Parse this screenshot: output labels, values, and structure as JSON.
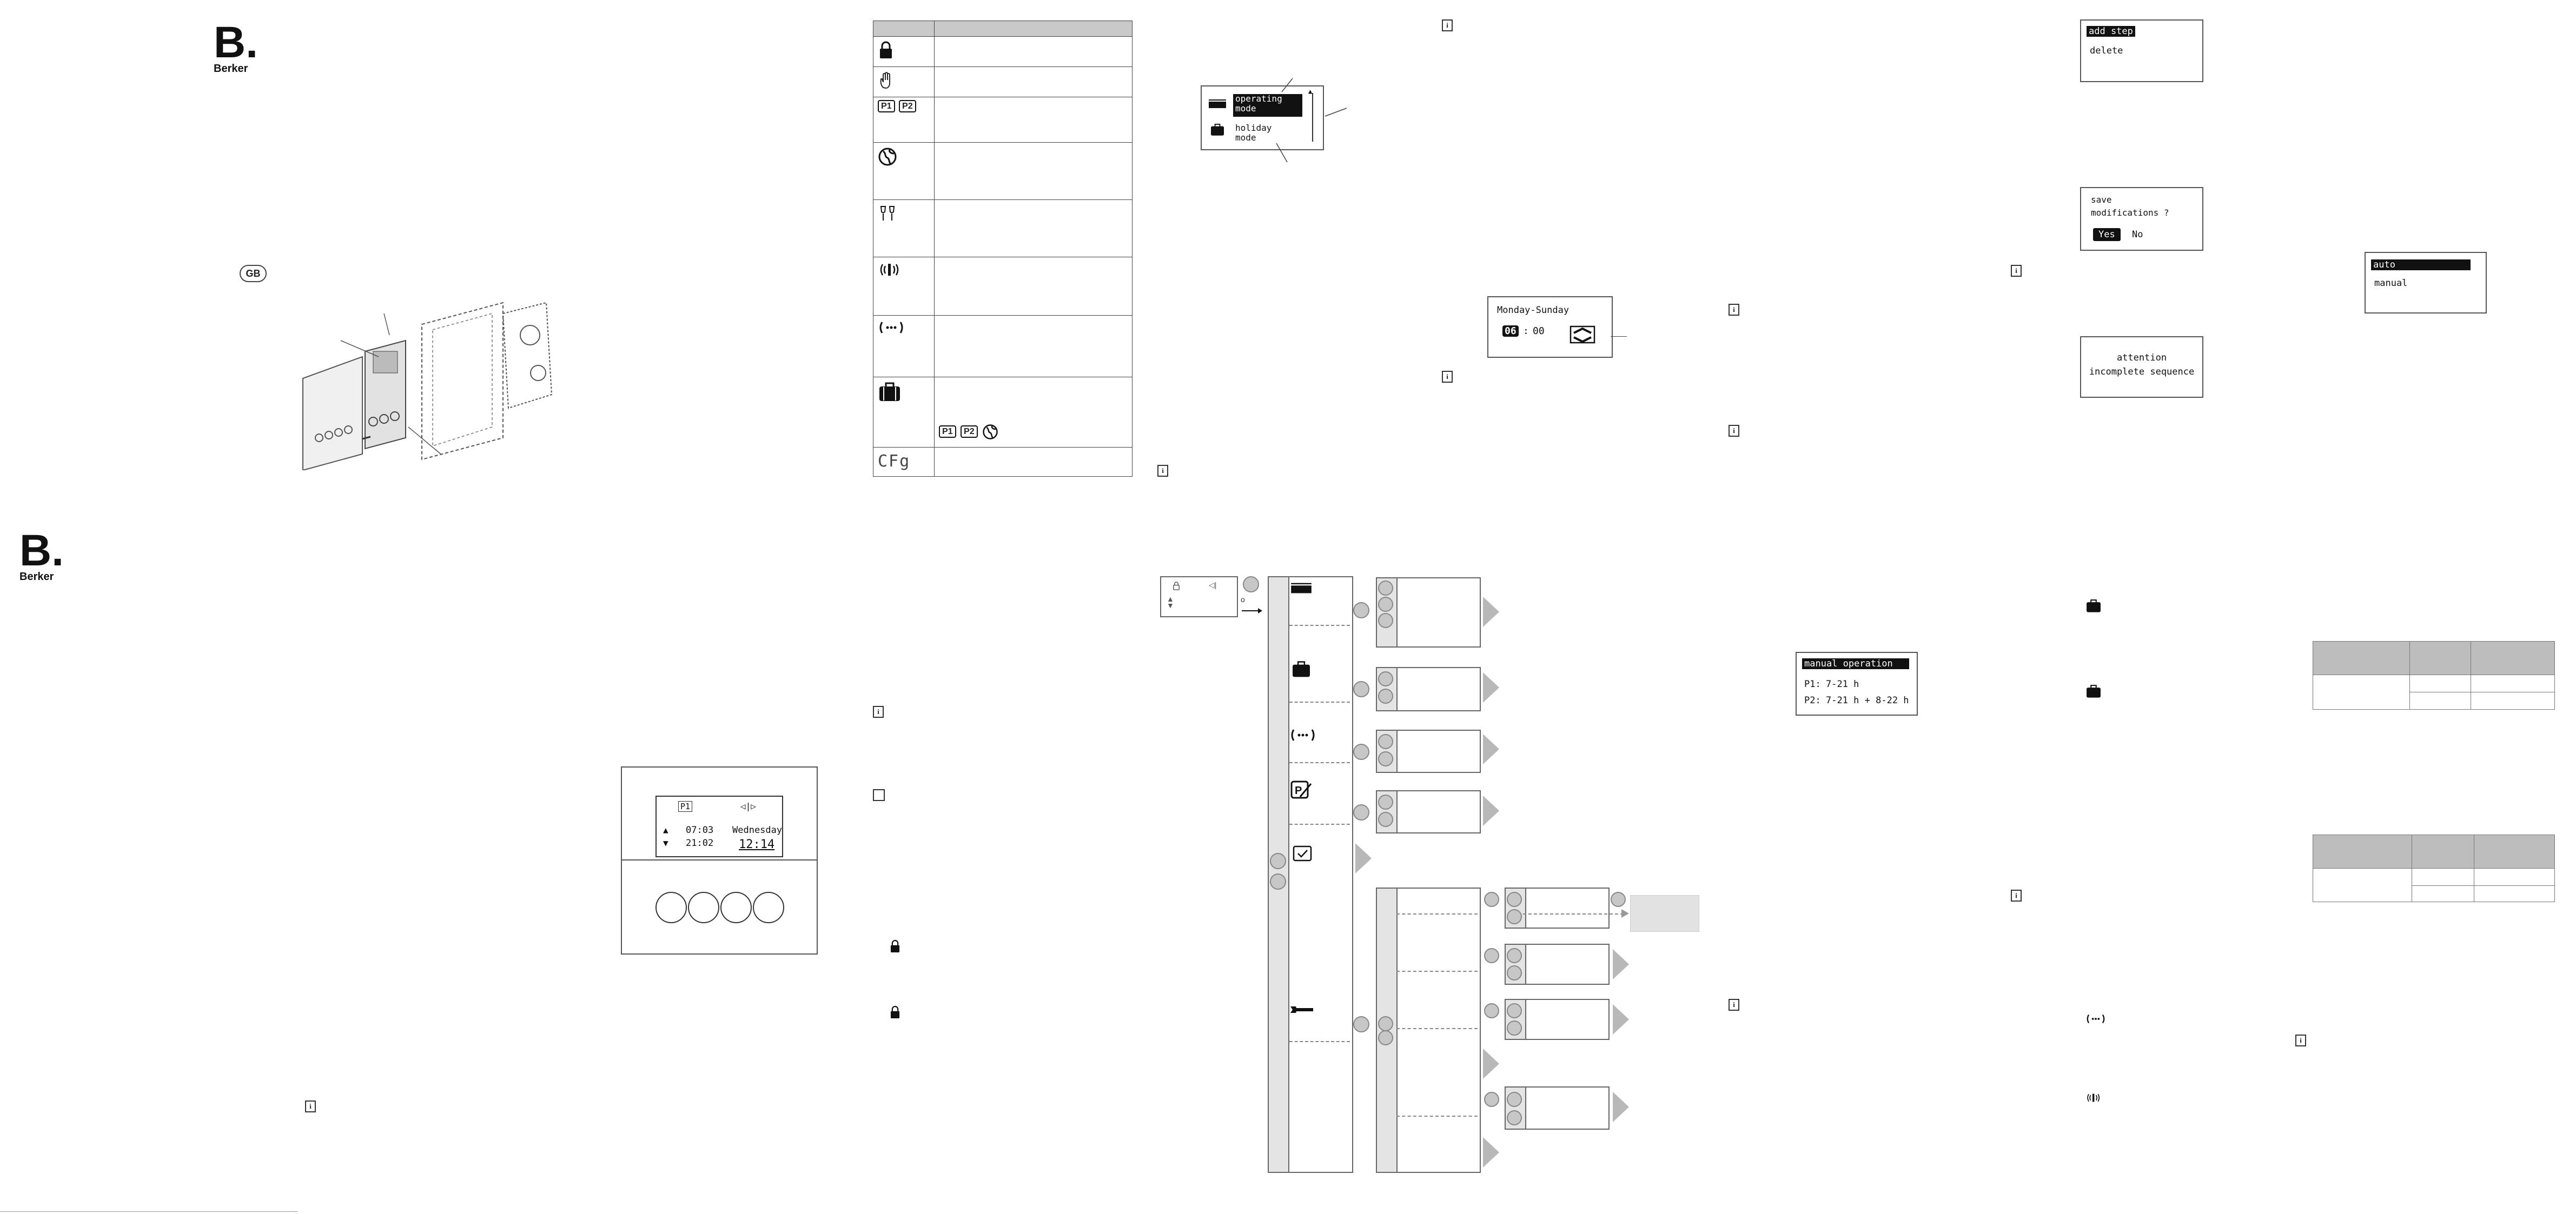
{
  "brand": {
    "logo_letter": "B.",
    "logo_word": "Berker"
  },
  "badge": "GB",
  "symbol_table": {
    "rows": [
      {
        "icon": "lock-icon"
      },
      {
        "icon": "hand-icon"
      },
      {
        "icon": "p1-p2-icon",
        "p1": "P1",
        "p2": "P2"
      },
      {
        "icon": "globe-icon"
      },
      {
        "icon": "glasses-icon"
      },
      {
        "icon": "presence-icon"
      },
      {
        "icon": "radio-icon"
      },
      {
        "icon": "suitcase-icon",
        "p1": "P1",
        "p2": "P2"
      },
      {
        "icon": "cfg-icon",
        "label": "CFg"
      }
    ]
  },
  "menu_screen": {
    "item1": "operating mode",
    "item2": "holiday mode"
  },
  "day_screen": {
    "title": "Monday-Sunday",
    "hour": "06",
    "sep": ":",
    "minute": "00"
  },
  "device_screen": {
    "p1": "P1",
    "row1": "07:03",
    "row2": "21:02",
    "day": "Wednesday",
    "time": "12:14"
  },
  "step_menu": {
    "item1": "add step",
    "item2": "delete"
  },
  "save_dialog": {
    "line1": "save",
    "line2": "modifications ?",
    "yes": "Yes",
    "no": "No"
  },
  "attention_dialog": {
    "line1": "attention",
    "line2": "incomplete sequence"
  },
  "mode_menu": {
    "item1": "auto",
    "item2": "manual"
  },
  "manual_screen": {
    "title": "manual operation",
    "p1": "P1:",
    "p1_val": "7-21 h",
    "p2": "P2:",
    "p2_val": "7-21 h + 8-22 h"
  },
  "colors": {
    "table_header": "#c9c9c9",
    "diagram_circle": "#c7c7c7",
    "diagram_arrow": "#b8b8b8"
  }
}
